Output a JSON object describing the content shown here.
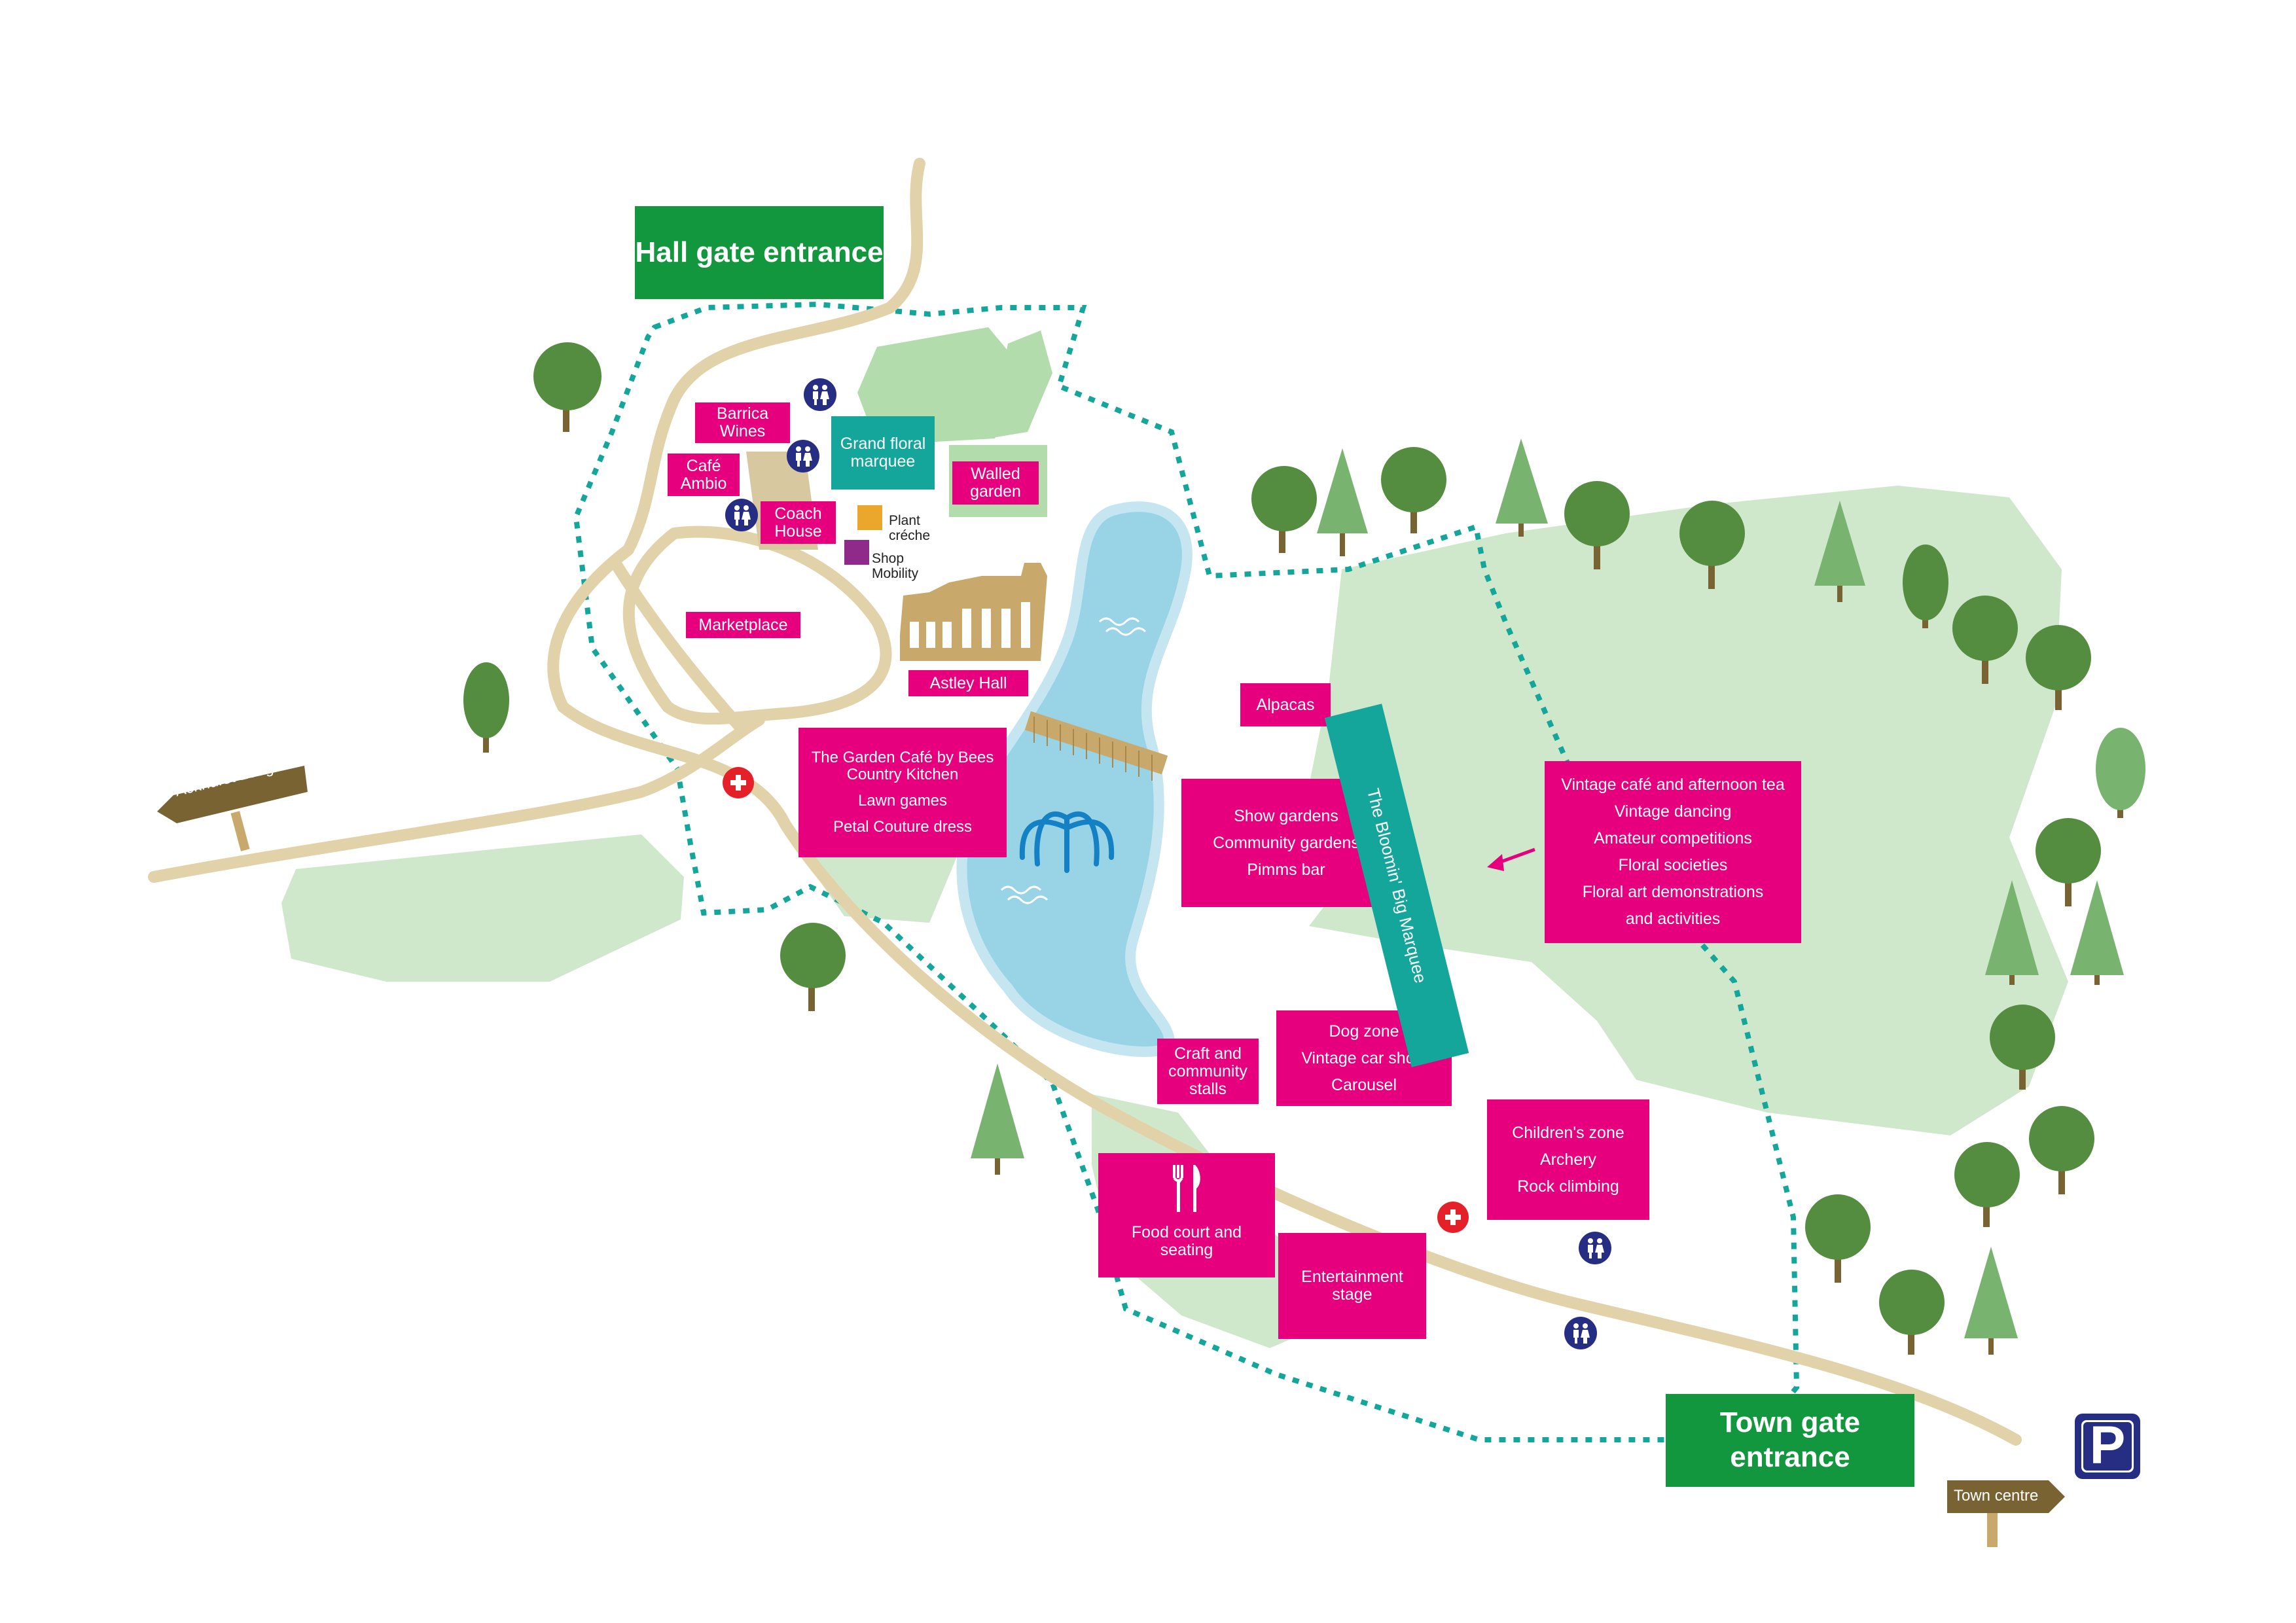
{
  "gates": {
    "hall": "Hall gate entrance",
    "town": "Town gate entrance"
  },
  "signs": {
    "ackhurst": "Ackhurst Lodge",
    "town_centre": "Town centre"
  },
  "labels": {
    "barrica_wines": "Barrica Wines",
    "cafe_ambio": "Café Ambio",
    "coach_house": "Coach House",
    "grand_floral_marquee": "Grand floral marquee",
    "walled_garden": "Walled garden",
    "plant_creche": "Plant créche",
    "shop_mobility": "Shop Mobility",
    "marketplace": "Marketplace",
    "astley_hall": "Astley Hall",
    "alpacas": "Alpacas",
    "craft_stalls": "Craft and community stalls",
    "food_court": "Food court and seating",
    "entertainment_stage": "Entertainment stage",
    "big_marquee": "The Bloomin' Big Marquee"
  },
  "groups": {
    "garden_cafe": [
      "The Garden Café by Bees Country Kitchen",
      "Lawn games",
      "Petal Couture dress"
    ],
    "show_gardens": [
      "Show gardens",
      "Community gardens",
      "Pimms bar"
    ],
    "dog_zone": [
      "Dog zone",
      "Vintage car show",
      "Carousel"
    ],
    "childrens_zone": [
      "Children's zone",
      "Archery",
      "Rock climbing"
    ],
    "vintage": [
      "Vintage café and afternoon tea",
      "Vintage dancing",
      "Amateur competitions",
      "Floral societies",
      "Floral art demonstrations",
      "and activities"
    ]
  },
  "parking": "P",
  "colors": {
    "pink": "#e6007e",
    "teal": "#14a69b",
    "gate_green": "#12973f",
    "path": "#e2d2a9",
    "lawn": "#cfe8cc",
    "water": "#99d3e6",
    "toilet_blue": "#262e83",
    "first_aid_red": "#e42128",
    "parking_blue": "#262e83",
    "sign_brown": "#7a6333"
  },
  "icons": {
    "toilet": "toilet-icon",
    "first_aid": "first-aid-icon",
    "food": "cutlery-icon",
    "fountain": "fountain-icon",
    "parking": "parking-icon"
  }
}
